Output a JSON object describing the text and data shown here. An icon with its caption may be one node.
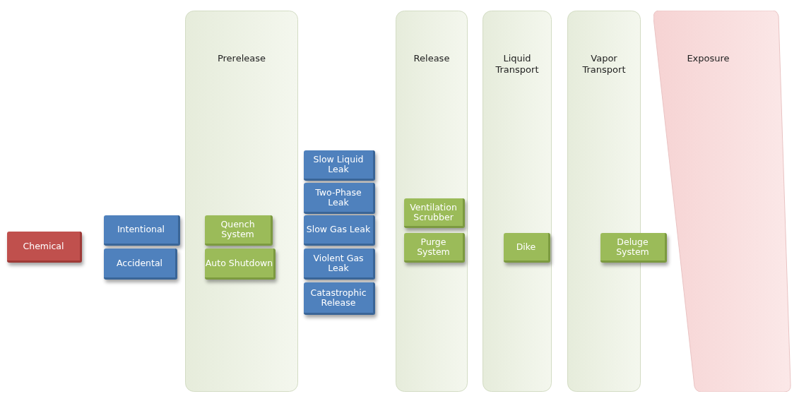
{
  "diagram": {
    "nodes": [
      {
        "text": [
          "Chemical"
        ]
      },
      {
        "text": [
          "Intentional"
        ]
      },
      {
        "text": [
          "Accidental"
        ]
      },
      {
        "text": [
          "Prerelease"
        ]
      },
      {
        "text": [
          "Quench System"
        ],
        "in": 3
      },
      {
        "text": [
          "Auto Shutdown"
        ],
        "in": 3
      },
      {
        "text": [
          "Slow Liquid Leak"
        ]
      },
      {
        "text": [
          "Two-Phase Leak"
        ]
      },
      {
        "text": [
          "Slow Gas Leak"
        ]
      },
      {
        "text": [
          "Violent Gas Leak"
        ]
      },
      {
        "text": [
          "Catastrophic Release"
        ]
      },
      {
        "text": [
          "Release"
        ]
      },
      {
        "text": [
          "Ventilation Scrubber"
        ],
        "in": 11
      },
      {
        "text": [
          "Purge System"
        ],
        "in": 11
      },
      {
        "text": [
          "Liquid Transport"
        ]
      },
      {
        "text": [
          "Dike"
        ],
        "in": 14
      },
      {
        "text": [
          "Vapor Transport"
        ]
      },
      {
        "text": [
          "Deluge System"
        ]
      },
      {
        "text": [
          "Exposure"
        ]
      }
    ]
  }
}
